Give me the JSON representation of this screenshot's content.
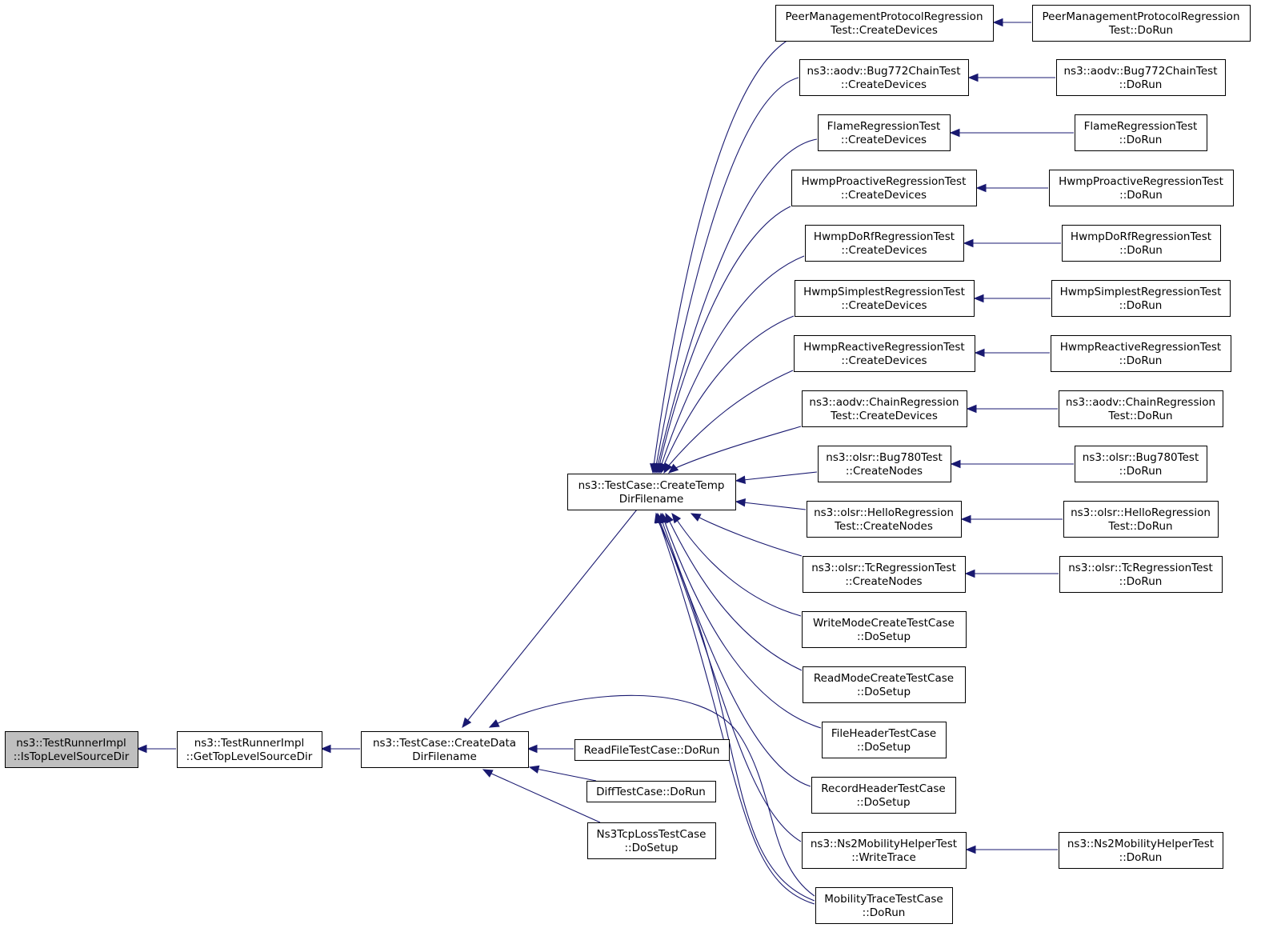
{
  "diagram": {
    "type": "call-graph",
    "nodes": [
      {
        "id": "root",
        "lines": [
          "ns3::TestRunnerImpl",
          "::IsTopLevelSourceDir"
        ],
        "highlight": true
      },
      {
        "id": "gtl",
        "lines": [
          "ns3::TestRunnerImpl",
          "::GetTopLevelSourceDir"
        ]
      },
      {
        "id": "cdd",
        "lines": [
          "ns3::TestCase::CreateData",
          "DirFilename"
        ]
      },
      {
        "id": "ctd",
        "lines": [
          "ns3::TestCase::CreateTemp",
          "DirFilename"
        ]
      },
      {
        "id": "rf",
        "lines": [
          "ReadFileTestCase::DoRun"
        ]
      },
      {
        "id": "dt",
        "lines": [
          "DiffTestCase::DoRun"
        ]
      },
      {
        "id": "tcp",
        "lines": [
          "Ns3TcpLossTestCase",
          "::DoSetup"
        ]
      },
      {
        "id": "pmp",
        "lines": [
          "PeerManagementProtocolRegression",
          "Test::CreateDevices"
        ]
      },
      {
        "id": "pmp2",
        "lines": [
          "PeerManagementProtocolRegression",
          "Test::DoRun"
        ]
      },
      {
        "id": "bug772",
        "lines": [
          "ns3::aodv::Bug772ChainTest",
          "::CreateDevices"
        ]
      },
      {
        "id": "bug772b",
        "lines": [
          "ns3::aodv::Bug772ChainTest",
          "::DoRun"
        ]
      },
      {
        "id": "flame",
        "lines": [
          "FlameRegressionTest",
          "::CreateDevices"
        ]
      },
      {
        "id": "flame2",
        "lines": [
          "FlameRegressionTest",
          "::DoRun"
        ]
      },
      {
        "id": "hpro",
        "lines": [
          "HwmpProactiveRegressionTest",
          "::CreateDevices"
        ]
      },
      {
        "id": "hpro2",
        "lines": [
          "HwmpProactiveRegressionTest",
          "::DoRun"
        ]
      },
      {
        "id": "hdorf",
        "lines": [
          "HwmpDoRfRegressionTest",
          "::CreateDevices"
        ]
      },
      {
        "id": "hdorf2",
        "lines": [
          "HwmpDoRfRegressionTest",
          "::DoRun"
        ]
      },
      {
        "id": "hsimp",
        "lines": [
          "HwmpSimplestRegressionTest",
          "::CreateDevices"
        ]
      },
      {
        "id": "hsimp2",
        "lines": [
          "HwmpSimplestRegressionTest",
          "::DoRun"
        ]
      },
      {
        "id": "hreac",
        "lines": [
          "HwmpReactiveRegressionTest",
          "::CreateDevices"
        ]
      },
      {
        "id": "hreac2",
        "lines": [
          "HwmpReactiveRegressionTest",
          "::DoRun"
        ]
      },
      {
        "id": "chain",
        "lines": [
          "ns3::aodv::ChainRegression",
          "Test::CreateDevices"
        ]
      },
      {
        "id": "chain2",
        "lines": [
          "ns3::aodv::ChainRegression",
          "Test::DoRun"
        ]
      },
      {
        "id": "bug780",
        "lines": [
          "ns3::olsr::Bug780Test",
          "::CreateNodes"
        ]
      },
      {
        "id": "bug780b",
        "lines": [
          "ns3::olsr::Bug780Test",
          "::DoRun"
        ]
      },
      {
        "id": "hello",
        "lines": [
          "ns3::olsr::HelloRegression",
          "Test::CreateNodes"
        ]
      },
      {
        "id": "hello2",
        "lines": [
          "ns3::olsr::HelloRegression",
          "Test::DoRun"
        ]
      },
      {
        "id": "tc",
        "lines": [
          "ns3::olsr::TcRegressionTest",
          "::CreateNodes"
        ]
      },
      {
        "id": "tc2",
        "lines": [
          "ns3::olsr::TcRegressionTest",
          "::DoRun"
        ]
      },
      {
        "id": "wm",
        "lines": [
          "WriteModeCreateTestCase",
          "::DoSetup"
        ]
      },
      {
        "id": "rm",
        "lines": [
          "ReadModeCreateTestCase",
          "::DoSetup"
        ]
      },
      {
        "id": "fh",
        "lines": [
          "FileHeaderTestCase",
          "::DoSetup"
        ]
      },
      {
        "id": "rh",
        "lines": [
          "RecordHeaderTestCase",
          "::DoSetup"
        ]
      },
      {
        "id": "ns2",
        "lines": [
          "ns3::Ns2MobilityHelperTest",
          "::WriteTrace"
        ]
      },
      {
        "id": "ns2b",
        "lines": [
          "ns3::Ns2MobilityHelperTest",
          "::DoRun"
        ]
      },
      {
        "id": "mob",
        "lines": [
          "MobilityTraceTestCase",
          "::DoRun"
        ]
      }
    ],
    "edges": [
      {
        "from": "gtl",
        "to": "root"
      },
      {
        "from": "cdd",
        "to": "gtl"
      },
      {
        "from": "ctd",
        "to": "cdd"
      },
      {
        "from": "rf",
        "to": "cdd"
      },
      {
        "from": "dt",
        "to": "cdd"
      },
      {
        "from": "tcp",
        "to": "cdd"
      },
      {
        "from": "mob",
        "to": "cdd"
      },
      {
        "from": "pmp",
        "to": "ctd"
      },
      {
        "from": "bug772",
        "to": "ctd"
      },
      {
        "from": "flame",
        "to": "ctd"
      },
      {
        "from": "hpro",
        "to": "ctd"
      },
      {
        "from": "hdorf",
        "to": "ctd"
      },
      {
        "from": "hsimp",
        "to": "ctd"
      },
      {
        "from": "hreac",
        "to": "ctd"
      },
      {
        "from": "chain",
        "to": "ctd"
      },
      {
        "from": "bug780",
        "to": "ctd"
      },
      {
        "from": "hello",
        "to": "ctd"
      },
      {
        "from": "tc",
        "to": "ctd"
      },
      {
        "from": "wm",
        "to": "ctd"
      },
      {
        "from": "rm",
        "to": "ctd"
      },
      {
        "from": "fh",
        "to": "ctd"
      },
      {
        "from": "rh",
        "to": "ctd"
      },
      {
        "from": "ns2",
        "to": "ctd"
      },
      {
        "from": "mob",
        "to": "ctd"
      },
      {
        "from": "pmp2",
        "to": "pmp"
      },
      {
        "from": "bug772b",
        "to": "bug772"
      },
      {
        "from": "flame2",
        "to": "flame"
      },
      {
        "from": "hpro2",
        "to": "hpro"
      },
      {
        "from": "hdorf2",
        "to": "hdorf"
      },
      {
        "from": "hsimp2",
        "to": "hsimp"
      },
      {
        "from": "hreac2",
        "to": "hreac"
      },
      {
        "from": "chain2",
        "to": "chain"
      },
      {
        "from": "bug780b",
        "to": "bug780"
      },
      {
        "from": "hello2",
        "to": "hello"
      },
      {
        "from": "tc2",
        "to": "tc"
      },
      {
        "from": "ns2b",
        "to": "ns2"
      }
    ]
  }
}
